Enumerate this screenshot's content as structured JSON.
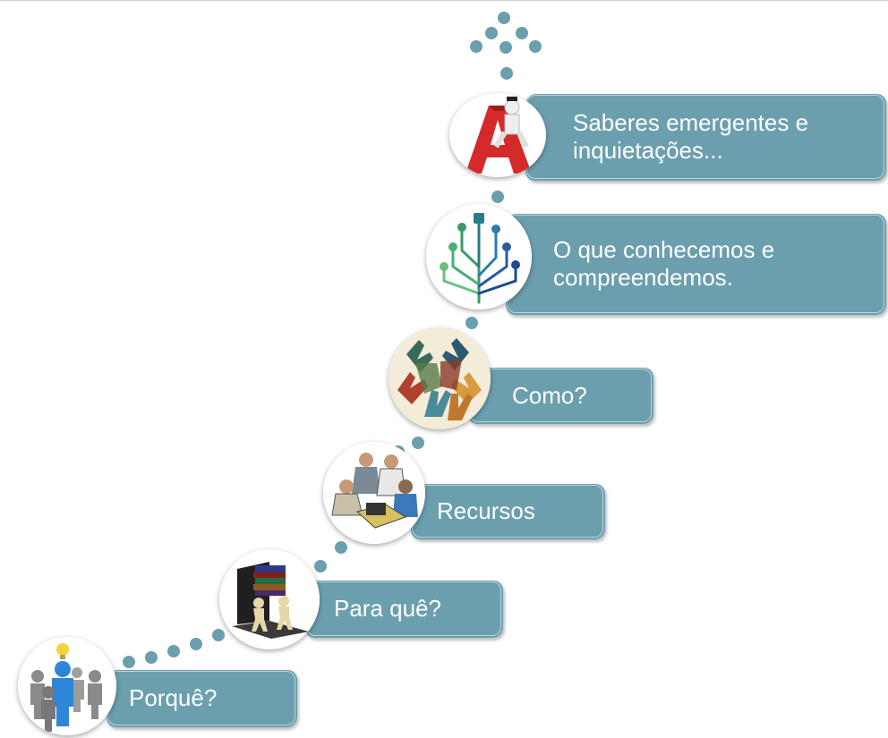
{
  "colors": {
    "accent": "#6b9fae",
    "text_on_accent": "#ffffff",
    "background": "#ffffff"
  },
  "steps": [
    {
      "label": "Porquê?",
      "icon": "people-lightbulb-icon"
    },
    {
      "label": "Para quê?",
      "icon": "laptop-books-icon"
    },
    {
      "label": "Recursos",
      "icon": "people-working-icon"
    },
    {
      "label": "Como?",
      "icon": "hands-icon"
    },
    {
      "label": "O que  conhecemos e\ncompreendemos.",
      "icon": "circuit-tree-icon"
    },
    {
      "label": "Saberes emergentes e\ninquietações...",
      "icon": "person-on-letter-a-icon"
    }
  ]
}
